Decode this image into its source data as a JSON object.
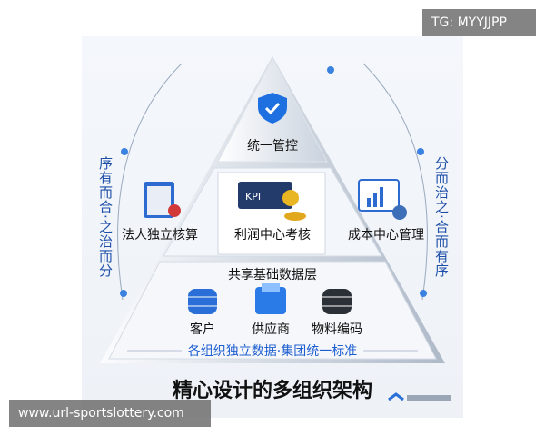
{
  "top_tier": {
    "label": "统一管控",
    "icon": "shield-check-icon"
  },
  "middle_tier": [
    {
      "label": "法人独立核算",
      "icon": "clipboard-certificate-icon"
    },
    {
      "label": "利润中心考核",
      "icon": "kpi-coins-icon"
    },
    {
      "label": "成本中心管理",
      "icon": "chart-gear-icon"
    }
  ],
  "base_tier": {
    "title": "共享基础数据层",
    "items": [
      {
        "label": "客户",
        "icon": "database-icon"
      },
      {
        "label": "供应商",
        "icon": "printer-icon"
      },
      {
        "label": "物料编码",
        "icon": "database-dark-icon"
      }
    ],
    "footer": "各组织独立数据·集团统一标准"
  },
  "left_arc_text": "序有而合·之治而分",
  "right_arc_text": "分而治之·合而有序",
  "caption": "精心设计的多组织架构",
  "watermark_top": "TG: MYYJJPP",
  "watermark_bottom": "www.url-sportslottery.com",
  "colors": {
    "accent": "#1e5fd0",
    "text": "#111111"
  }
}
